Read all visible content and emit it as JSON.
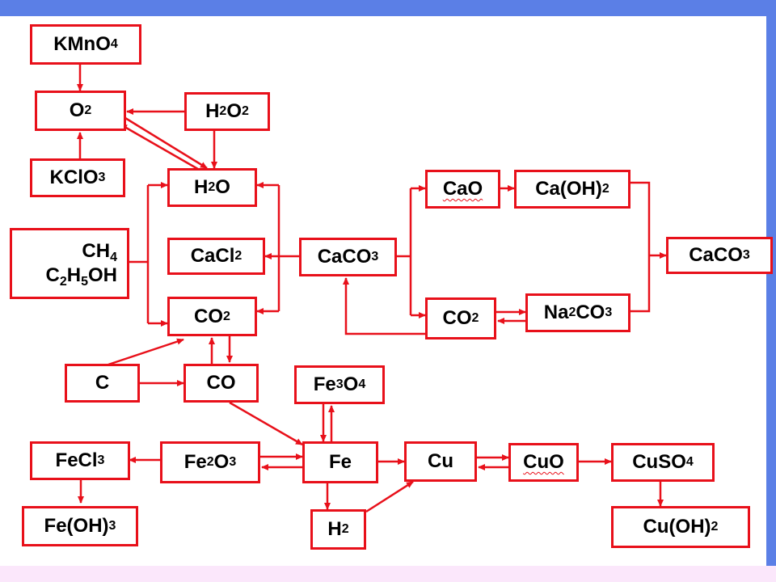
{
  "nodes": {
    "kmno4": {
      "parts": [
        {
          "t": "KMnO"
        },
        {
          "s": "4"
        }
      ]
    },
    "o2": {
      "parts": [
        {
          "t": "O"
        },
        {
          "s": "2"
        }
      ]
    },
    "h2o2": {
      "parts": [
        {
          "t": "H"
        },
        {
          "s": "2"
        },
        {
          "t": "O"
        },
        {
          "s": "2"
        }
      ]
    },
    "kclo3": {
      "parts": [
        {
          "t": "KClO"
        },
        {
          "s": "3"
        }
      ]
    },
    "h2o": {
      "parts": [
        {
          "t": "H"
        },
        {
          "s": "2"
        },
        {
          "t": "O"
        }
      ]
    },
    "fuels": {
      "lines": [
        [
          {
            "t": "CH"
          },
          {
            "s": "4"
          }
        ],
        [
          {
            "t": "C"
          },
          {
            "s": "2"
          },
          {
            "t": "H"
          },
          {
            "s": "5"
          },
          {
            "t": "OH"
          }
        ]
      ]
    },
    "cacl2": {
      "parts": [
        {
          "t": "CaCl"
        },
        {
          "s": "2"
        }
      ]
    },
    "co2_left": {
      "parts": [
        {
          "t": "CO"
        },
        {
          "s": "2"
        }
      ]
    },
    "caco3_mid": {
      "parts": [
        {
          "t": "CaCO"
        },
        {
          "s": "3"
        }
      ]
    },
    "cao": {
      "parts": [
        {
          "t": "CaO",
          "w": true
        }
      ]
    },
    "caoh2": {
      "parts": [
        {
          "t": "Ca(OH)"
        },
        {
          "s": "2"
        }
      ]
    },
    "caco3_right": {
      "parts": [
        {
          "t": "CaCO"
        },
        {
          "s": "3"
        }
      ]
    },
    "co2_right": {
      "parts": [
        {
          "t": "CO"
        },
        {
          "s": "2"
        }
      ]
    },
    "na2co3": {
      "parts": [
        {
          "t": "Na"
        },
        {
          "s": "2"
        },
        {
          "t": "CO"
        },
        {
          "s": "3"
        }
      ]
    },
    "c": {
      "parts": [
        {
          "t": "C"
        }
      ]
    },
    "co": {
      "parts": [
        {
          "t": "CO"
        }
      ]
    },
    "fe3o4": {
      "parts": [
        {
          "t": "Fe"
        },
        {
          "s": "3"
        },
        {
          "t": "O"
        },
        {
          "s": "4"
        }
      ]
    },
    "fecl3": {
      "parts": [
        {
          "t": "FeCl"
        },
        {
          "s": "3"
        }
      ]
    },
    "fe2o3": {
      "parts": [
        {
          "t": "Fe"
        },
        {
          "s": "2"
        },
        {
          "t": "O"
        },
        {
          "s": "3"
        }
      ]
    },
    "fe": {
      "parts": [
        {
          "t": "Fe"
        }
      ]
    },
    "cu": {
      "parts": [
        {
          "t": "Cu"
        }
      ]
    },
    "cuo": {
      "parts": [
        {
          "t": "CuO",
          "w": true
        }
      ]
    },
    "cuso4": {
      "parts": [
        {
          "t": "CuSO"
        },
        {
          "s": "4"
        }
      ]
    },
    "feoh3": {
      "parts": [
        {
          "t": "Fe(OH)"
        },
        {
          "s": "3"
        }
      ]
    },
    "h2": {
      "parts": [
        {
          "t": "H"
        },
        {
          "s": "2"
        }
      ]
    },
    "cuoh2": {
      "parts": [
        {
          "t": "Cu(OH)"
        },
        {
          "s": "2"
        }
      ]
    }
  },
  "colors": {
    "arrow": "#e8101a",
    "box_border": "#e8101a",
    "top_bar": "#5b7fe6",
    "bottom_bar": "#fbe7fb"
  }
}
